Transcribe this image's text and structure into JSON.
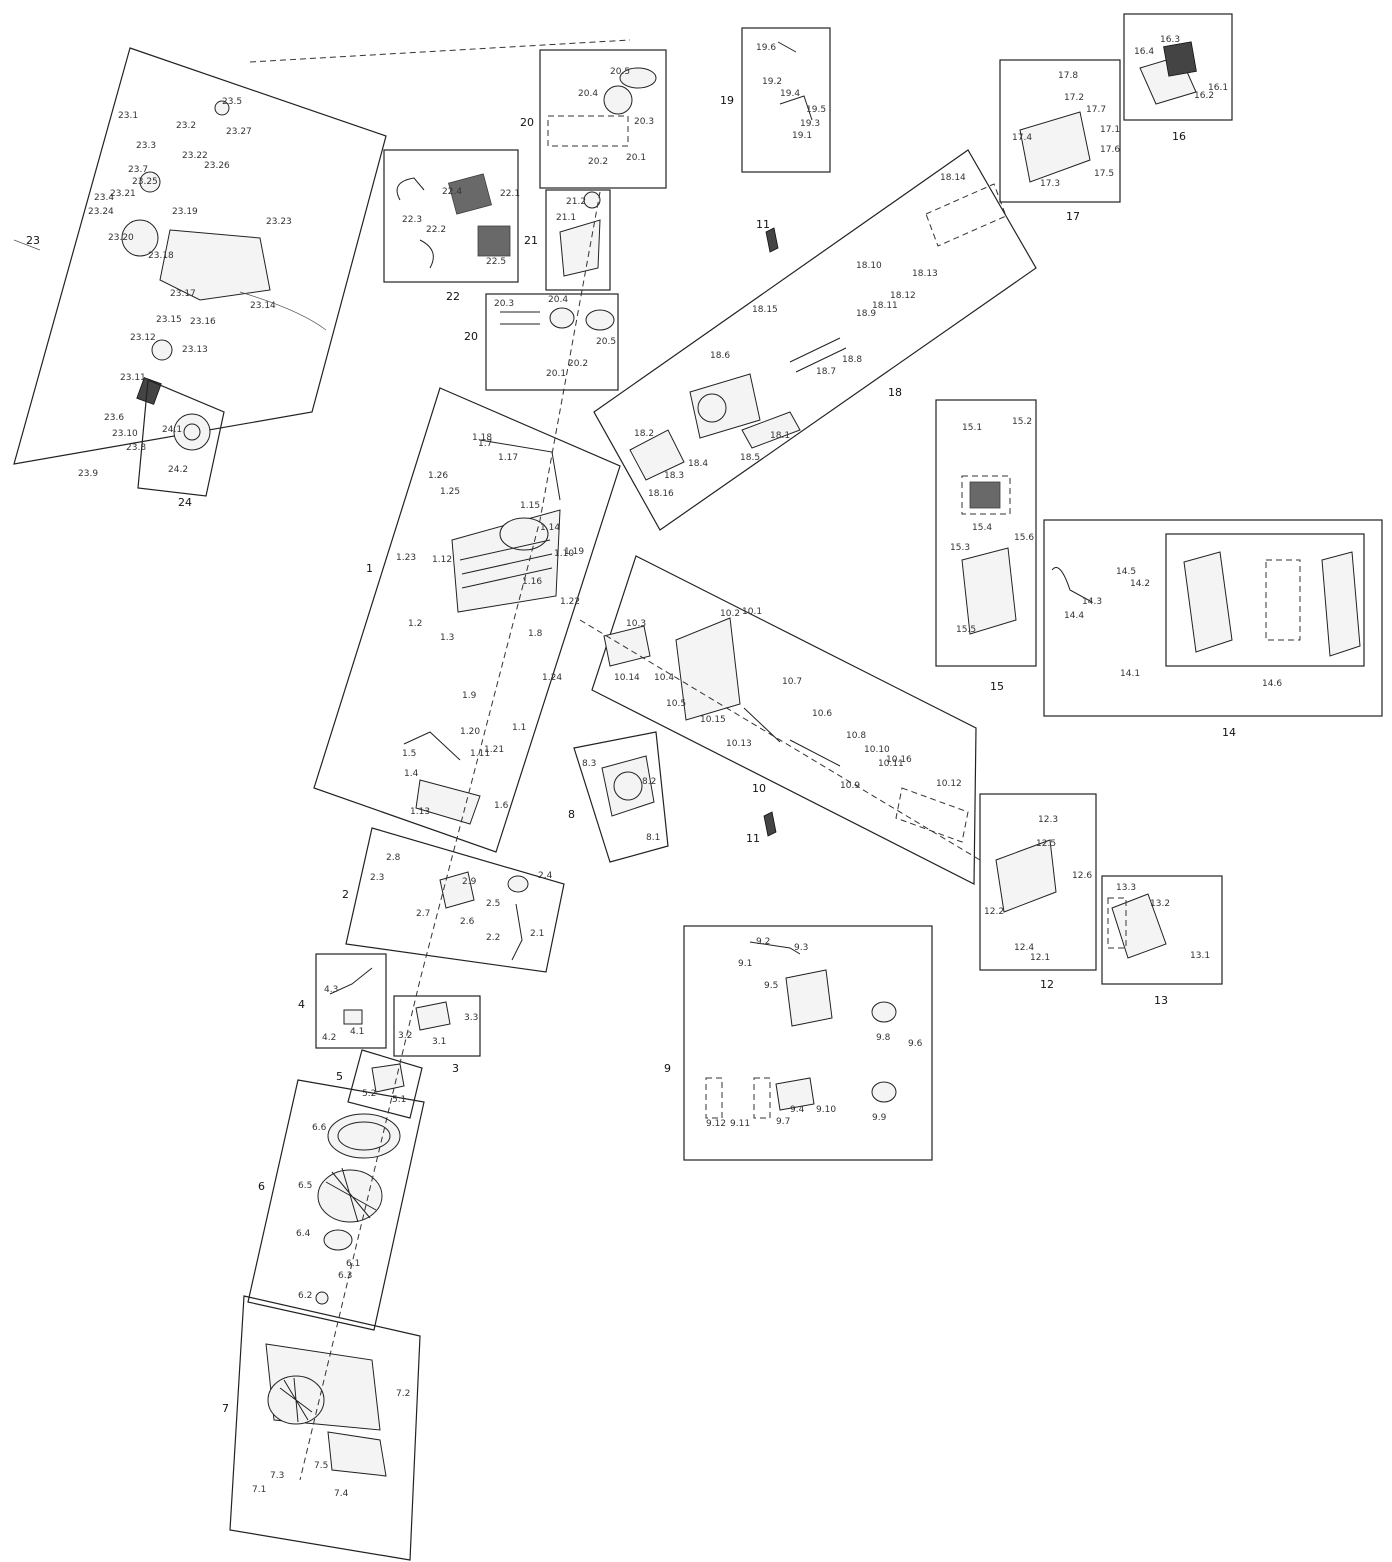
{
  "groups": [
    {
      "id": "g23",
      "label": "23",
      "parts": [
        "23.1",
        "23.2",
        "23.3",
        "23.4",
        "23.5",
        "23.6",
        "23.7",
        "23.8",
        "23.9",
        "23.10",
        "23.11",
        "23.12",
        "23.13",
        "23.14",
        "23.15",
        "23.16",
        "23.17",
        "23.18",
        "23.19",
        "23.20",
        "23.21",
        "23.22",
        "23.23",
        "23.24",
        "23.25",
        "23.26",
        "23.27"
      ]
    },
    {
      "id": "g24",
      "label": "24",
      "parts": [
        "24.1",
        "24.2"
      ]
    },
    {
      "id": "g22",
      "label": "22",
      "parts": [
        "22.1",
        "22.2",
        "22.3",
        "22.4",
        "22.5"
      ]
    },
    {
      "id": "g20a",
      "label": "20",
      "parts": [
        "20.1",
        "20.2",
        "20.3",
        "20.4",
        "20.5"
      ]
    },
    {
      "id": "g21",
      "label": "21",
      "parts": [
        "21.1",
        "21.2"
      ]
    },
    {
      "id": "g20b",
      "label": "20",
      "parts": [
        "20.1",
        "20.2",
        "20.3",
        "20.4",
        "20.5"
      ]
    },
    {
      "id": "g19",
      "label": "19",
      "parts": [
        "19.1",
        "19.2",
        "19.3",
        "19.4",
        "19.5",
        "19.6"
      ]
    },
    {
      "id": "g17",
      "label": "17",
      "parts": [
        "17.1",
        "17.2",
        "17.3",
        "17.4",
        "17.5",
        "17.6",
        "17.7",
        "17.8"
      ]
    },
    {
      "id": "g16",
      "label": "16",
      "parts": [
        "16.1",
        "16.2",
        "16.3",
        "16.4"
      ]
    },
    {
      "id": "g18",
      "label": "18",
      "parts": [
        "18.1",
        "18.2",
        "18.3",
        "18.4",
        "18.5",
        "18.6",
        "18.7",
        "18.8",
        "18.9",
        "18.10",
        "18.11",
        "18.12",
        "18.13",
        "18.14",
        "18.15",
        "18.16"
      ]
    },
    {
      "id": "g1",
      "label": "1",
      "parts": [
        "1.1",
        "1.2",
        "1.3",
        "1.4",
        "1.5",
        "1.6",
        "1.7",
        "1.8",
        "1.9",
        "1.10",
        "1.11",
        "1.12",
        "1.13",
        "1.14",
        "1.15",
        "1.16",
        "1.17",
        "1.18",
        "1.19",
        "1.20",
        "1.21",
        "1.22",
        "1.23",
        "1.24",
        "1.25",
        "1.26"
      ]
    },
    {
      "id": "g15",
      "label": "15",
      "parts": [
        "15.1",
        "15.2",
        "15.3",
        "15.4",
        "15.5",
        "15.6"
      ]
    },
    {
      "id": "g14",
      "label": "14",
      "parts": [
        "14.1",
        "14.2",
        "14.3",
        "14.4",
        "14.5",
        "14.6"
      ]
    },
    {
      "id": "g10",
      "label": "10",
      "parts": [
        "10.1",
        "10.2",
        "10.3",
        "10.4",
        "10.5",
        "10.6",
        "10.7",
        "10.8",
        "10.9",
        "10.10",
        "10.11",
        "10.12",
        "10.13",
        "10.14",
        "10.15",
        "10.16"
      ]
    },
    {
      "id": "g8",
      "label": "8",
      "parts": [
        "8.1",
        "8.2",
        "8.3"
      ]
    },
    {
      "id": "g11a",
      "label": "11",
      "parts": []
    },
    {
      "id": "g11b",
      "label": "11",
      "parts": []
    },
    {
      "id": "g12",
      "label": "12",
      "parts": [
        "12.1",
        "12.2",
        "12.3",
        "12.4",
        "12.5",
        "12.6"
      ]
    },
    {
      "id": "g13",
      "label": "13",
      "parts": [
        "13.1",
        "13.2",
        "13.3"
      ]
    },
    {
      "id": "g2",
      "label": "2",
      "parts": [
        "2.1",
        "2.2",
        "2.3",
        "2.4",
        "2.5",
        "2.6",
        "2.7",
        "2.8",
        "2.9"
      ]
    },
    {
      "id": "g4",
      "label": "4",
      "parts": [
        "4.1",
        "4.2",
        "4.3"
      ]
    },
    {
      "id": "g3",
      "label": "3",
      "parts": [
        "3.1",
        "3.2",
        "3.3"
      ]
    },
    {
      "id": "g5",
      "label": "5",
      "parts": [
        "5.1",
        "5.2"
      ]
    },
    {
      "id": "g9",
      "label": "9",
      "parts": [
        "9.1",
        "9.2",
        "9.3",
        "9.4",
        "9.5",
        "9.6",
        "9.7",
        "9.8",
        "9.9",
        "9.10",
        "9.11",
        "9.12"
      ]
    },
    {
      "id": "g6",
      "label": "6",
      "parts": [
        "6.1",
        "6.2",
        "6.3",
        "6.4",
        "6.5",
        "6.6"
      ]
    },
    {
      "id": "g7",
      "label": "7",
      "parts": [
        "7.1",
        "7.2",
        "7.3",
        "7.4",
        "7.5"
      ]
    }
  ]
}
